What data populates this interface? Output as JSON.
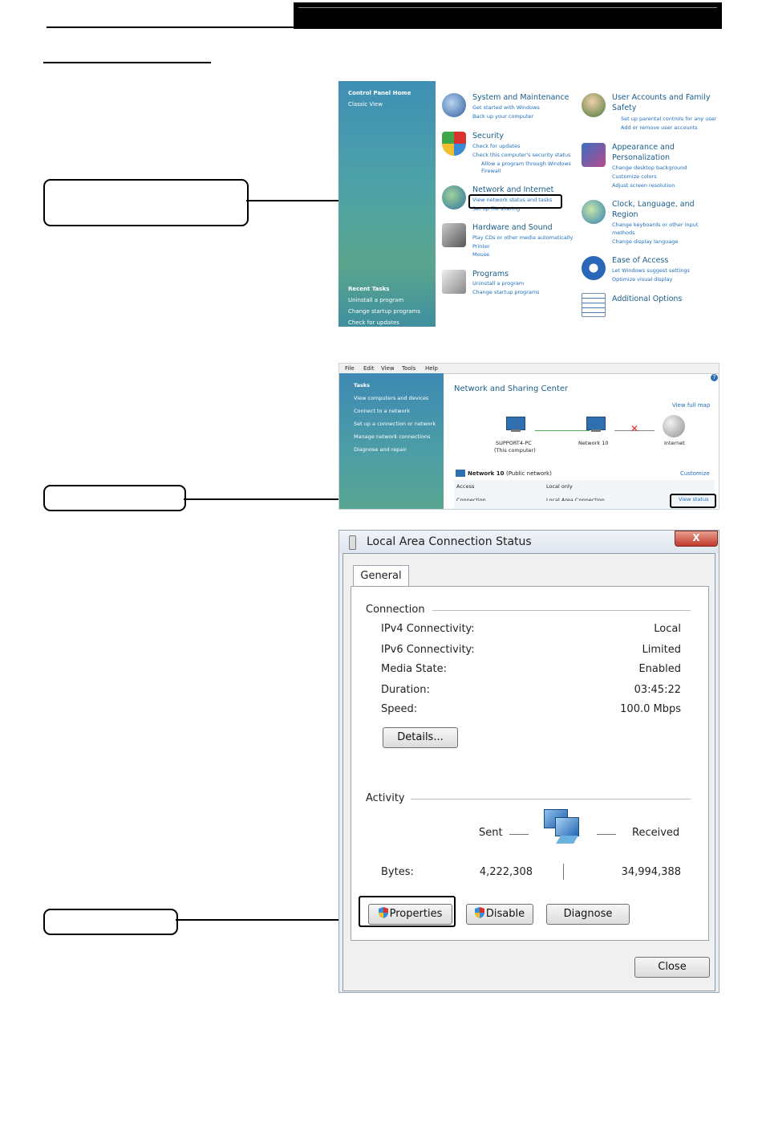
{
  "control_panel": {
    "sidebar": {
      "home": "Control Panel Home",
      "classic": "Classic View",
      "recent_title": "Recent Tasks",
      "recent": [
        "Uninstall a program",
        "Change startup programs",
        "Check for updates"
      ]
    },
    "categories": [
      {
        "title": "System and Maintenance",
        "links": [
          "Get started with Windows",
          "Back up your computer"
        ],
        "icon": "system-icon"
      },
      {
        "title": "Security",
        "links": [
          "Check for updates",
          "Check this computer's security status",
          "Allow a program through Windows",
          "Firewall"
        ],
        "icon": "security-shield-icon"
      },
      {
        "title": "Network and Internet",
        "links": [
          "View network status and tasks",
          "Set up file sharing"
        ],
        "icon": "network-icon"
      },
      {
        "title": "Hardware and Sound",
        "links": [
          "Play CDs or other media automatically",
          "Printer",
          "Mouse"
        ],
        "icon": "hardware-icon"
      },
      {
        "title": "Programs",
        "links": [
          "Uninstall a program",
          "Change startup programs"
        ],
        "icon": "programs-icon"
      },
      {
        "title": "User Accounts and Family",
        "title2": "Safety",
        "links": [
          "Set up parental controls for any user",
          "Add or remove user accounts"
        ],
        "icon": "users-icon"
      },
      {
        "title": "Appearance and",
        "title2": "Personalization",
        "links": [
          "Change desktop background",
          "Customize colors",
          "Adjust screen resolution"
        ],
        "icon": "appearance-icon"
      },
      {
        "title": "Clock, Language, and",
        "title2": "Region",
        "links": [
          "Change keyboards or other input",
          "methods",
          "Change display language"
        ],
        "icon": "clock-globe-icon"
      },
      {
        "title": "Ease of Access",
        "links": [
          "Let Windows suggest settings",
          "Optimize visual display"
        ],
        "icon": "ease-access-icon"
      },
      {
        "title": "Additional Options",
        "links": [],
        "icon": "additional-options-icon"
      }
    ]
  },
  "network_center": {
    "menu": [
      "File",
      "Edit",
      "View",
      "Tools",
      "Help"
    ],
    "sidebar": {
      "title": "Tasks",
      "links": [
        "View computers and devices",
        "Connect to a network",
        "Set up a connection or network",
        "Manage network connections",
        "Diagnose and repair"
      ]
    },
    "title": "Network and Sharing Center",
    "view_full_map": "View full map",
    "nodes": {
      "computer": "SUPPORT4-PC",
      "computer_sub": "(This computer)",
      "network": "Network 10",
      "internet": "Internet"
    },
    "network_name": "Network",
    "network_name_num": "10",
    "network_type": "(Public network)",
    "customize": "Customize",
    "access_label": "Access",
    "access_value": "Local only",
    "connection_label": "Connection",
    "connection_value": "Local Area Connection",
    "view_status": "View status"
  },
  "status_dialog": {
    "title": "Local Area Connection Status",
    "close_x": "X",
    "tab": "General",
    "connection_group": "Connection",
    "rows": [
      {
        "label": "IPv4 Connectivity:",
        "value": "Local"
      },
      {
        "label": "IPv6 Connectivity:",
        "value": "Limited"
      },
      {
        "label": "Media State:",
        "value": "Enabled"
      },
      {
        "label": "Duration:",
        "value": "03:45:22"
      },
      {
        "label": "Speed:",
        "value": "100.0 Mbps"
      }
    ],
    "details_button": "Details...",
    "activity_group": "Activity",
    "sent_label": "Sent",
    "received_label": "Received",
    "bytes_label": "Bytes:",
    "bytes_sent": "4,222,308",
    "bytes_received": "34,994,388",
    "properties_button": "Properties",
    "disable_button": "Disable",
    "diagnose_button": "Diagnose",
    "close_button": "Close"
  },
  "colors": {
    "link": "#1f6ebf",
    "title_link": "#1a5d8c",
    "sidebar_teal": "#4ea3a6"
  }
}
